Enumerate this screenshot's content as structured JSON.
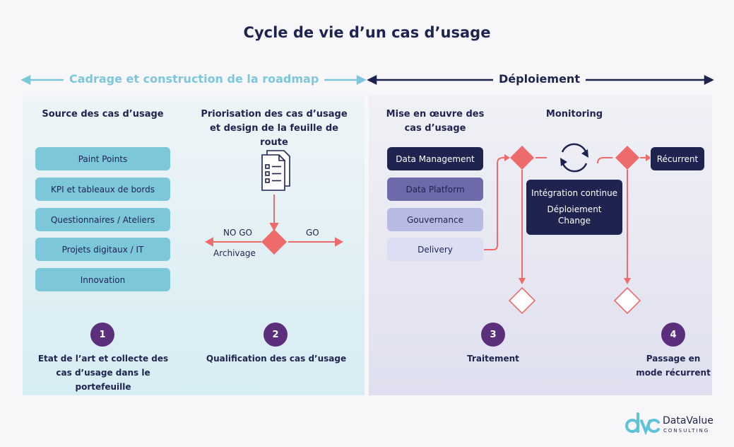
{
  "title": "Cycle de vie d’un cas d’usage",
  "phases": {
    "left": "Cadrage et construction de la roadmap",
    "right": "Déploiement"
  },
  "columns": {
    "c1": "Source des cas d’usage",
    "c2": "Priorisation des cas d’usage et design de la feuille de route",
    "c3": "Mise en œuvre des cas d’usage",
    "c4": "Monitoring"
  },
  "sources": [
    "Paint Points",
    "KPI et tableaux de bords",
    "Questionnaires / Ateliers",
    "Projets digitaux / IT",
    "Innovation"
  ],
  "decision": {
    "no_go": "NO GO",
    "go": "GO",
    "archive": "Archivage"
  },
  "impl_items": [
    "Data Management",
    "Data Platform",
    "Gouvernance",
    "Delivery"
  ],
  "monitoring": {
    "line1": "Intégration continue",
    "line2": "Déploiement Change"
  },
  "recurrent": "Récurrent",
  "steps": [
    {
      "n": "1",
      "label": "Etat de l’art et collecte des cas d’usage dans le portefeuille"
    },
    {
      "n": "2",
      "label": "Qualification des cas d’usage"
    },
    {
      "n": "3",
      "label": "Traitement"
    },
    {
      "n": "4",
      "label": "Passage en mode récurrent"
    }
  ],
  "logo": {
    "name": "DataValue",
    "sub": "CONSULTING"
  },
  "colors": {
    "navy": "#1f2350",
    "teal": "#7cc8da",
    "coral": "#ee6b6b",
    "purple": "#5b2f7b"
  }
}
